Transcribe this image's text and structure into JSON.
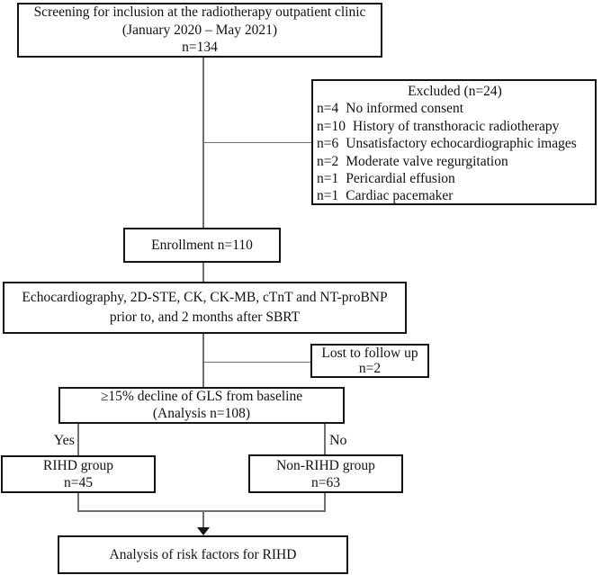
{
  "boxes": {
    "screening": {
      "lines": [
        "Screening for inclusion at the radiotherapy outpatient clinic",
        "(January 2020 – May 2021)",
        "n=134"
      ]
    },
    "excluded": {
      "title": "Excluded (n=24)",
      "items": [
        {
          "count": "n=4",
          "label": "No informed consent"
        },
        {
          "count": "n=10",
          "label": "History of transthoracic radiotherapy"
        },
        {
          "count": "n=6",
          "label": "Unsatisfactory echocardiographic images"
        },
        {
          "count": "n=2",
          "label": "Moderate valve regurgitation"
        },
        {
          "count": "n=1",
          "label": "Pericardial effusion"
        },
        {
          "count": "n=1",
          "label": "Cardiac pacemaker"
        }
      ]
    },
    "enrollment": {
      "line": "Enrollment n=110"
    },
    "assessment": {
      "lines": [
        "Echocardiography, 2D-STE, CK, CK-MB, cTnT and NT-proBNP",
        "prior to, and 2 months after SBRT"
      ]
    },
    "lost": {
      "lines": [
        "Lost to follow up",
        "n=2"
      ]
    },
    "gls": {
      "lines": [
        "≥15% decline of GLS from baseline",
        "(Analysis n=108)"
      ]
    },
    "rihd": {
      "lines": [
        "RIHD group",
        "n=45"
      ]
    },
    "non_rihd": {
      "lines": [
        "Non-RIHD group",
        "n=63"
      ]
    },
    "analysis": {
      "line": "Analysis of risk factors for RIHD"
    }
  },
  "labels": {
    "yes": "Yes",
    "no": "No"
  },
  "colors": {
    "background": "#ffffff",
    "box_border": "#141414",
    "connector": "#6f6f6f",
    "text": "#111111"
  }
}
